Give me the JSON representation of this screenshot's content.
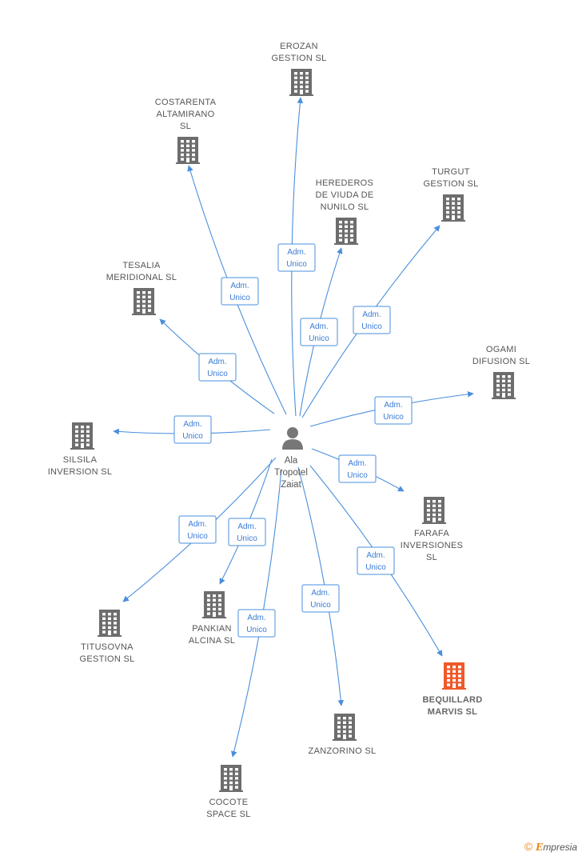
{
  "center": {
    "name_lines": [
      "Ala",
      "Tropotel",
      "Zaiat"
    ],
    "icon": "person-icon"
  },
  "companies": [
    {
      "id": "erozan",
      "lines": [
        "EROZAN",
        "GESTION  SL"
      ],
      "role": "Adm.|Unico",
      "highlight": false
    },
    {
      "id": "costarenta",
      "lines": [
        "COSTARENTA",
        "ALTAMIRANO",
        "SL"
      ],
      "role": "Adm.|Unico",
      "highlight": false
    },
    {
      "id": "herederos",
      "lines": [
        "HEREDEROS",
        "DE VIUDA DE",
        "NUNILO  SL"
      ],
      "role": "Adm.|Unico",
      "highlight": false
    },
    {
      "id": "turgut",
      "lines": [
        "TURGUT",
        "GESTION  SL"
      ],
      "role": "Adm.|Unico",
      "highlight": false
    },
    {
      "id": "tesalia",
      "lines": [
        "TESALIA",
        "MERIDIONAL SL"
      ],
      "role": "Adm.|Unico",
      "highlight": false
    },
    {
      "id": "ogami",
      "lines": [
        "OGAMI",
        "DIFUSION  SL"
      ],
      "role": "Adm.|Unico",
      "highlight": false
    },
    {
      "id": "silsila",
      "lines": [
        "SILSILA",
        "INVERSION  SL"
      ],
      "role": "Adm.|Unico",
      "highlight": false
    },
    {
      "id": "farafa",
      "lines": [
        "FARAFA",
        "INVERSIONES",
        "SL"
      ],
      "role": "Adm.|Unico",
      "highlight": false
    },
    {
      "id": "titusovna",
      "lines": [
        "TITUSOVNA",
        "GESTION SL"
      ],
      "role": "Adm.|Unico",
      "highlight": false
    },
    {
      "id": "pankian",
      "lines": [
        "PANKIAN",
        "ALCINA  SL"
      ],
      "role": "Adm.|Unico",
      "highlight": false
    },
    {
      "id": "bequillard",
      "lines": [
        "BEQUILLARD",
        "MARVIS  SL"
      ],
      "role": "Adm.|Unico",
      "highlight": true
    },
    {
      "id": "zanzorino",
      "lines": [
        "ZANZORINO  SL"
      ],
      "role": "Adm.|Unico",
      "highlight": false
    },
    {
      "id": "cocote",
      "lines": [
        "COCOTE",
        "SPACE SL"
      ],
      "role": "Adm.|Unico",
      "highlight": false
    }
  ],
  "colors": {
    "edge": "#4a8fdc",
    "building": "#6d6d6d",
    "building_highlight": "#f0592a",
    "person": "#777777"
  },
  "footer": {
    "copyright_symbol": "©",
    "brand_initial": "E",
    "brand_rest": "mpresia"
  }
}
